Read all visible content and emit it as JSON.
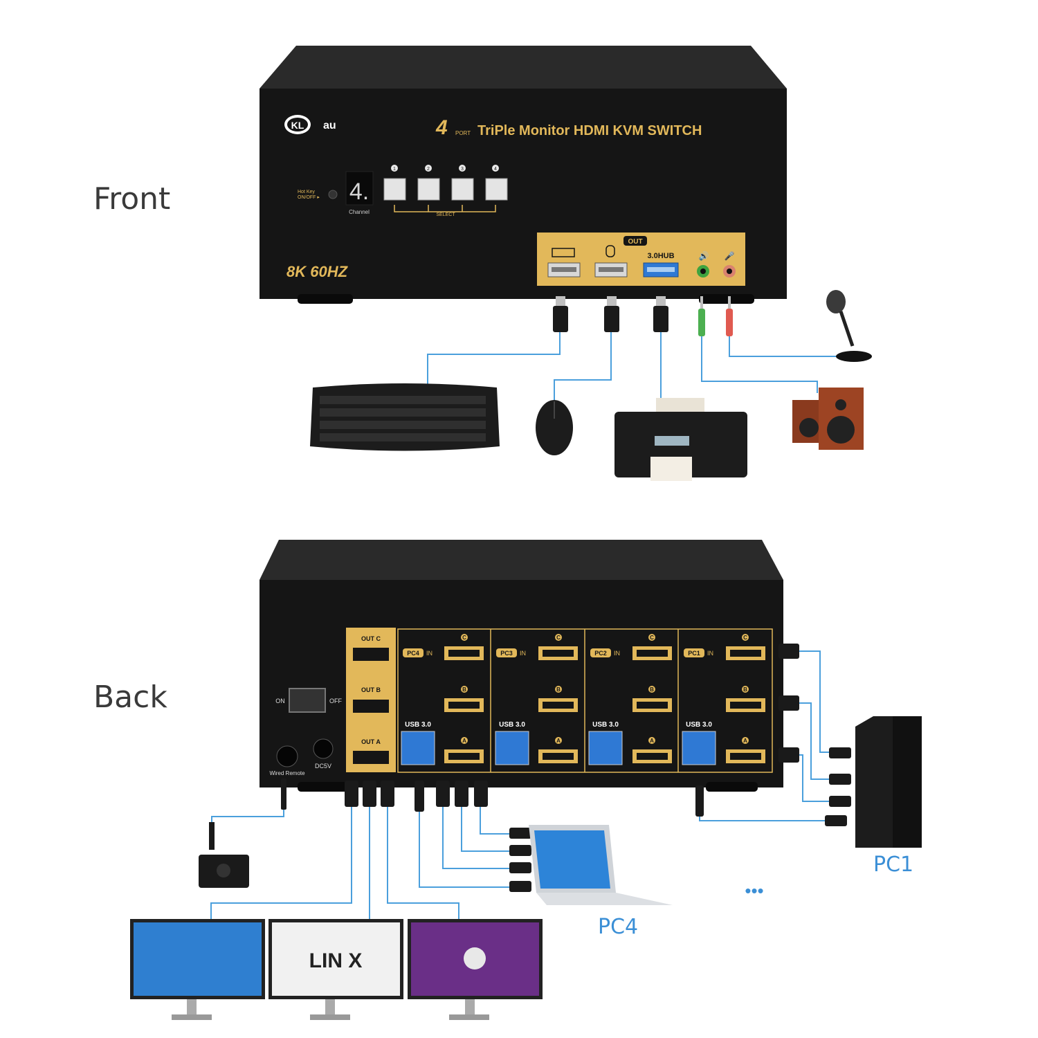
{
  "sections": {
    "front": "Front",
    "back": "Back"
  },
  "brand": {
    "logo_k": "KL",
    "logo_tail": "au"
  },
  "product": {
    "number": "4",
    "port": "PORT",
    "title": "TriPle Monitor HDMI KVM SWITCH",
    "spec": "8K 60HZ"
  },
  "front_panel": {
    "hotkey": "Hot Key\nON/OFF",
    "channel_display": "4.",
    "channel_label": "Channel",
    "buttons": [
      "1",
      "2",
      "3",
      "4"
    ],
    "select_label": "SELECT",
    "out_label": "OUT",
    "hub_label": "3.0HUB"
  },
  "back_panel": {
    "outputs": [
      "OUT C",
      "OUT B",
      "OUT A"
    ],
    "pc_groups": [
      "PC4",
      "PC3",
      "PC2",
      "PC1"
    ],
    "in_label": "IN",
    "usb_label": "USB 3.0",
    "port_letters": [
      "C",
      "B",
      "A"
    ],
    "switch_on": "ON",
    "switch_off": "OFF",
    "dc_label": "DC5V",
    "remote_label": "Wired Remote"
  },
  "monitors": {
    "linux_text": "LIN X"
  },
  "pcs": {
    "pc1": "PC1",
    "pc4": "PC4",
    "ellipsis": "•••"
  },
  "colors": {
    "cable": "#4a9fdc",
    "gold": "#e2b85a",
    "body": "#151515",
    "label_blue": "#3b8fd6"
  }
}
